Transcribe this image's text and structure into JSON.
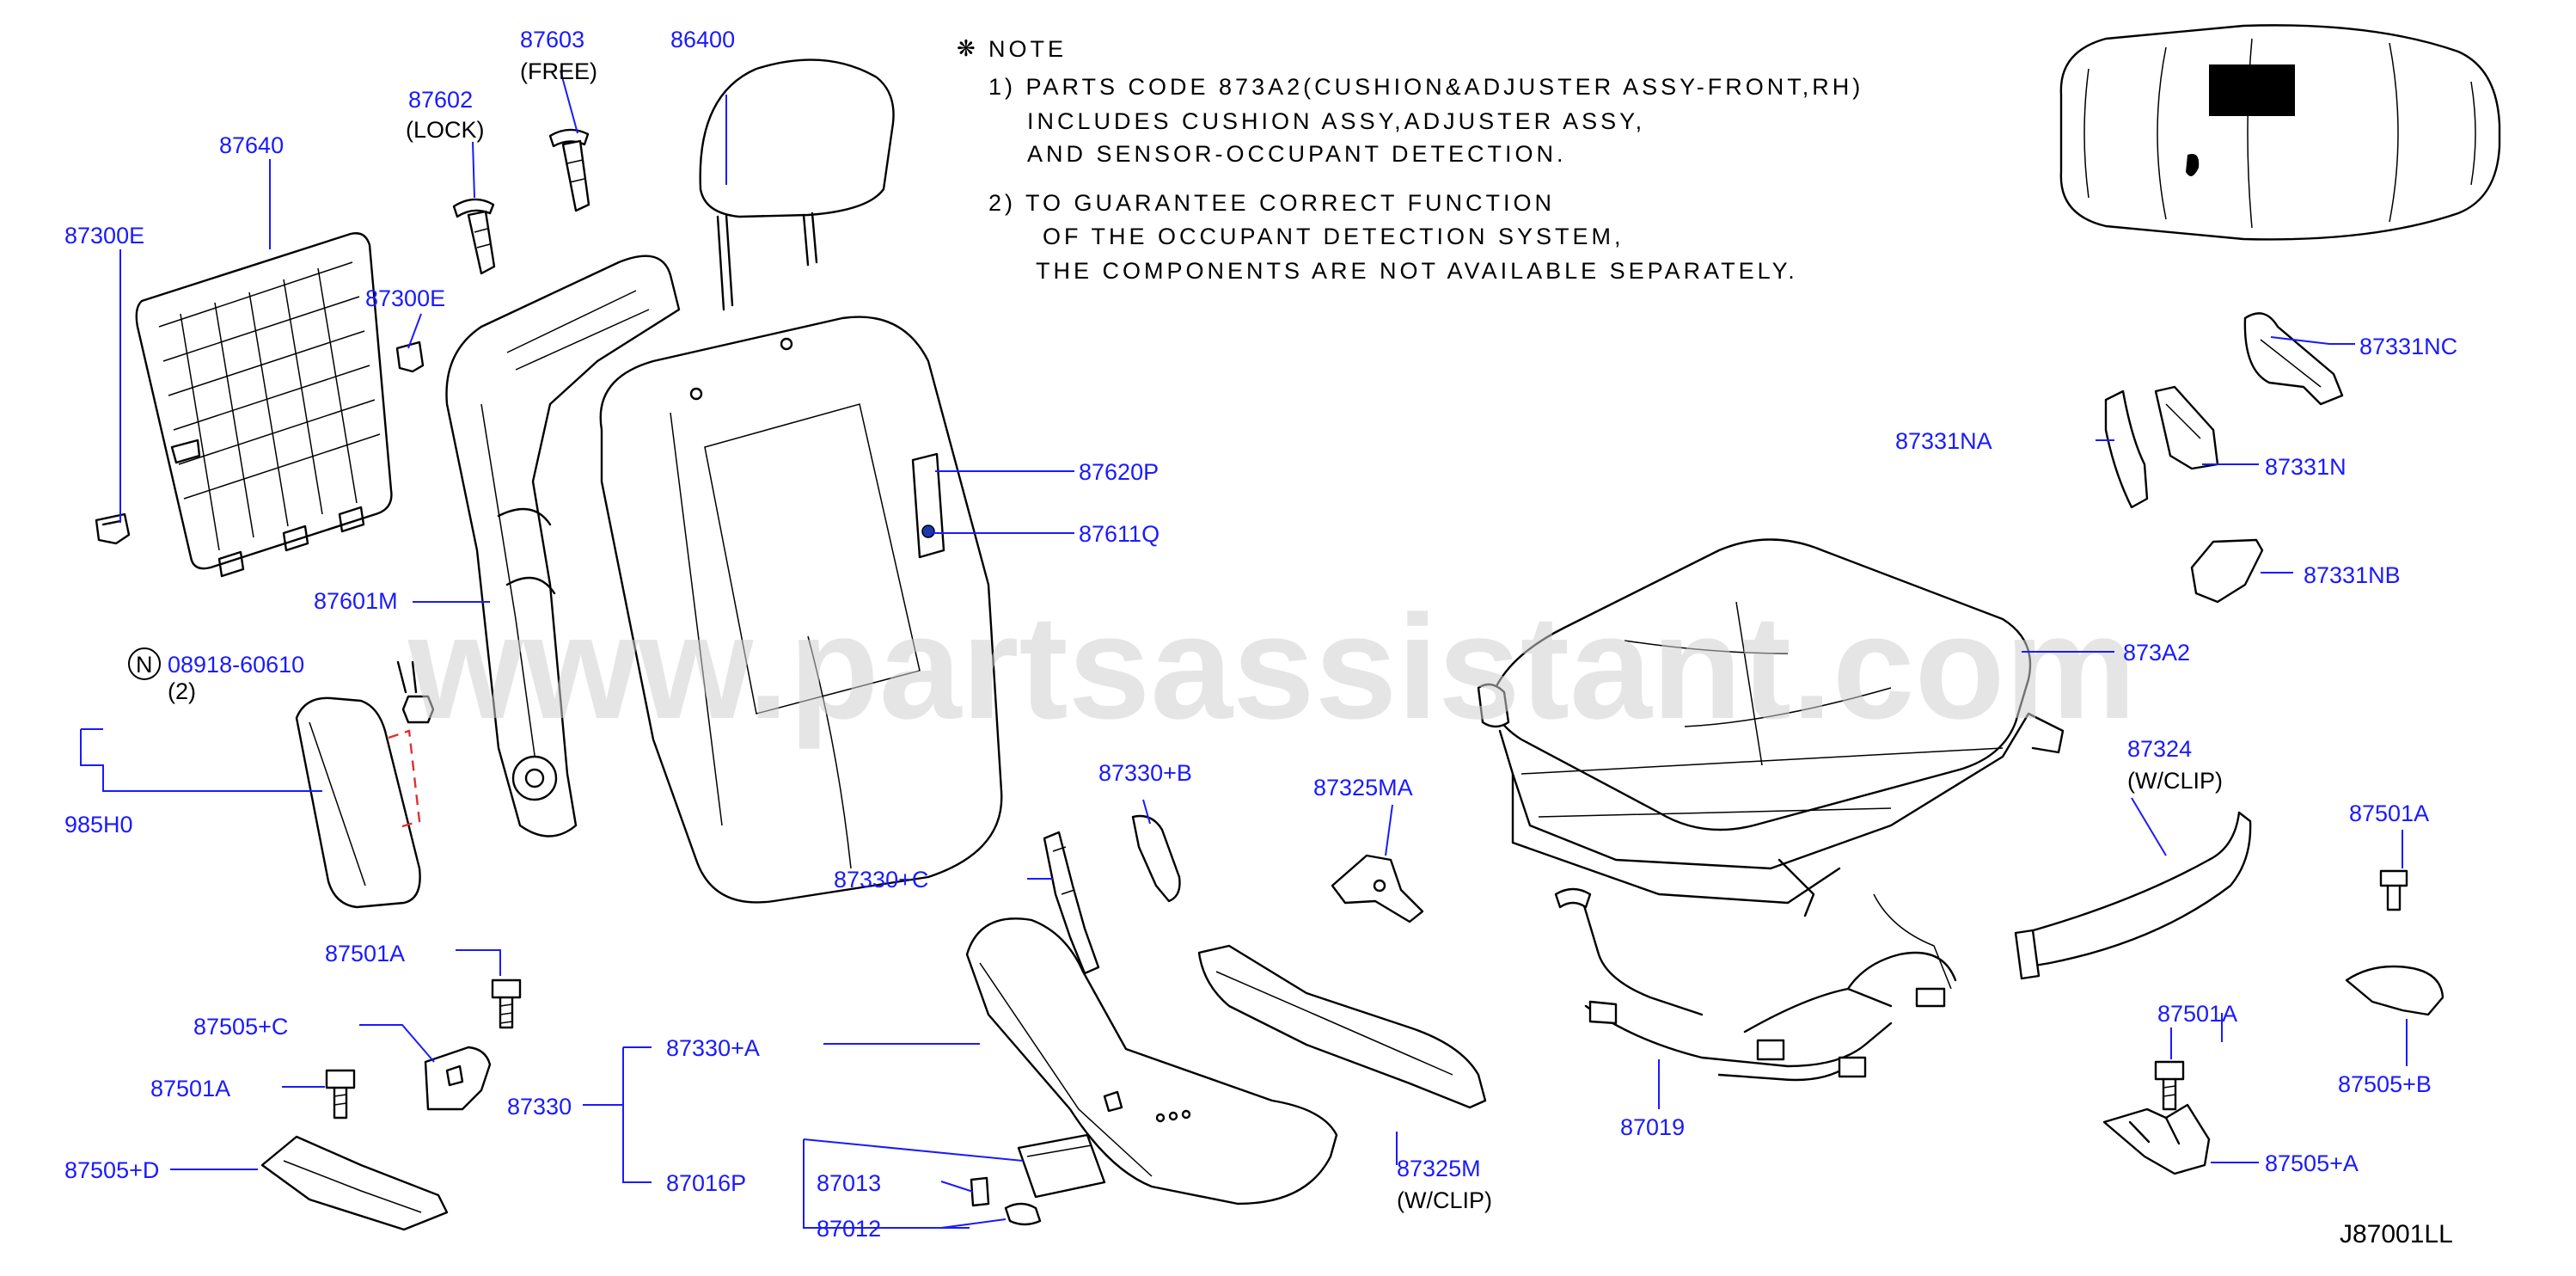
{
  "note": {
    "header": "NOTE",
    "lines": [
      "1)  PARTS  CODE  873A2(CUSHION&ADJUSTER  ASSY-FRONT,RH)",
      "INCLUDES  CUSHION  ASSY,ADJUSTER  ASSY,",
      "AND  SENSOR-OCCUPANT  DETECTION.",
      "2)  TO  GUARANTEE  CORRECT  FUNCTION",
      "OF  THE  OCCUPANT  DETECTION  SYSTEM,",
      "THE  COMPONENTS  ARE  NOT  AVAILABLE  SEPARATELY."
    ]
  },
  "watermark": "www.partsassistant.com",
  "diagram_code": "J87001LL",
  "callouts": {
    "p87603": "87603",
    "p87603_note": "(FREE)",
    "p86400": "86400",
    "p87602": "87602",
    "p87602_note": "(LOCK)",
    "p87640": "87640",
    "p87300e_left": "87300E",
    "p87300e_right": "87300E",
    "p87620p": "87620P",
    "p87611q": "87611Q",
    "p87601m": "87601M",
    "p08918": "08918-60610",
    "p08918_qty": "(2)",
    "p08918_symbol": "N",
    "p985h0": "985H0",
    "p87331nc": "87331NC",
    "p87331na": "87331NA",
    "p87331n": "87331N",
    "p87331nb": "87331NB",
    "p873a2": "873A2",
    "p87324": "87324",
    "p87324_note": "(W/CLIP)",
    "p87330b": "87330+B",
    "p87325ma": "87325MA",
    "p87330c": "87330+C",
    "p87501a_1": "87501A",
    "p87501a_2": "87501A",
    "p87501a_3": "87501A",
    "p87501a_4": "87501A",
    "p87505c": "87505+C",
    "p87330": "87330",
    "p87330a": "87330+A",
    "p87016p": "87016P",
    "p87013": "87013",
    "p87012": "87012",
    "p87505d": "87505+D",
    "p87325m": "87325M",
    "p87325m_note": "(W/CLIP)",
    "p87019": "87019",
    "p87505b": "87505+B",
    "p87505a": "87505+A"
  },
  "colors": {
    "callout": "#1a1aff",
    "leader": "#1a1aff",
    "line_art": "#000000",
    "watermark": "#d0d0d0"
  }
}
